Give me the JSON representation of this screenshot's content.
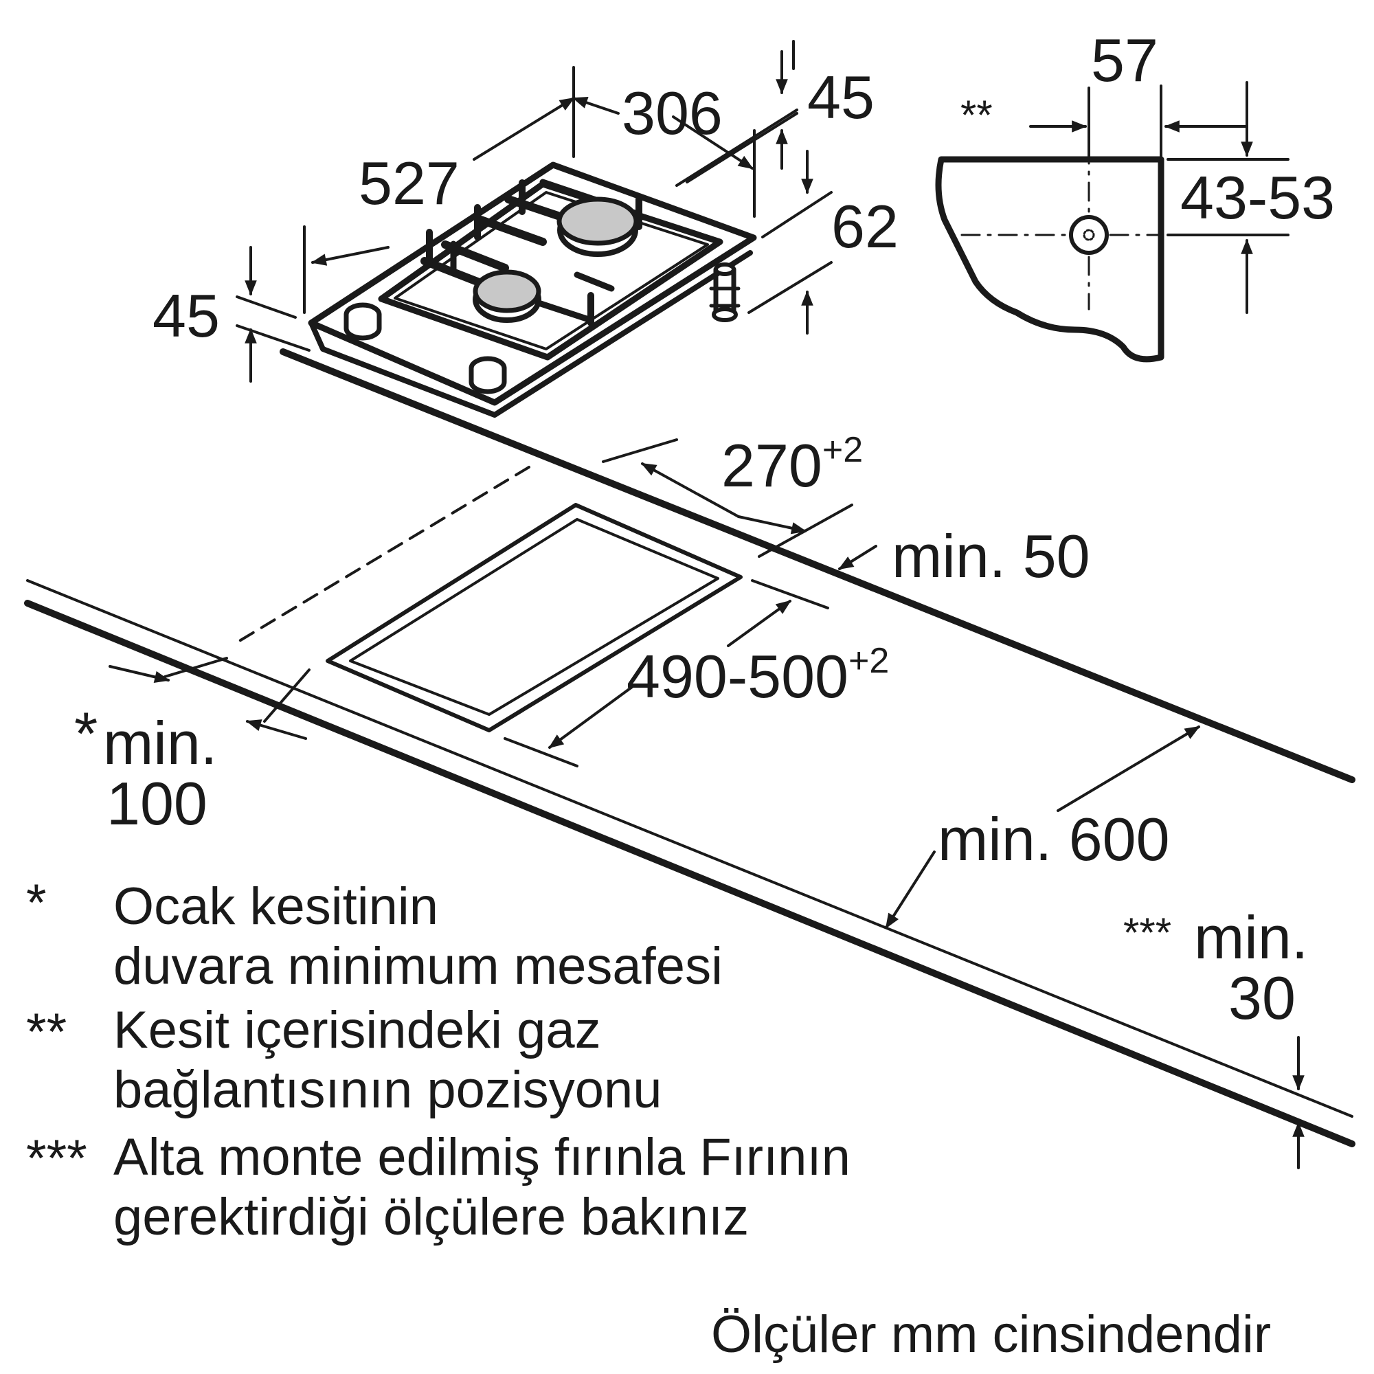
{
  "dimensions": {
    "width_306": "306",
    "length_527": "527",
    "depth_45_top": "45",
    "height_62": "62",
    "depth_45_left": "45",
    "conn_57": "57",
    "conn_43_53": "43-53",
    "conn_marker": "**",
    "cutout_270": "270",
    "cutout_270_tol": "+2",
    "min_50": "min. 50",
    "cutout_490_500": "490-500",
    "cutout_490_500_tol": "+2",
    "min_100_marker": "*",
    "min_100_a": "min.",
    "min_100_b": "100",
    "min_600": "min. 600",
    "min_30_marker": "***",
    "min_30_a": "min.",
    "min_30_b": "30"
  },
  "notes": [
    {
      "marker": "*",
      "lines": [
        "Ocak kesitinin",
        "duvara minimum mesafesi"
      ]
    },
    {
      "marker": "**",
      "lines": [
        "Kesit içerisindeki gaz",
        "bağlantısının pozisyonu"
      ]
    },
    {
      "marker": "***",
      "lines": [
        "Alta monte edilmiş fırınla Fırının",
        "gerektirdiği ölçülere bakınız"
      ]
    }
  ],
  "footer": "Ölçüler mm cinsindendir"
}
